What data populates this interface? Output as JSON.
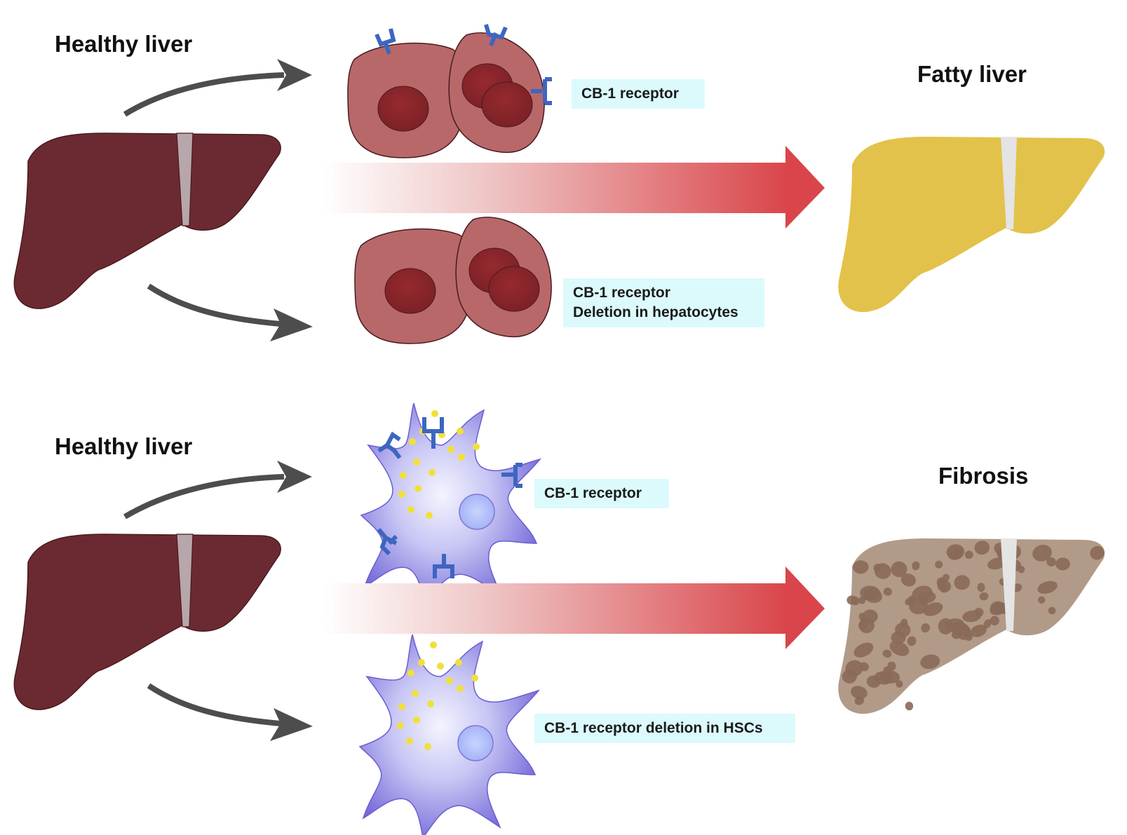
{
  "panels": [
    {
      "id": "top",
      "start_title": "Healthy liver",
      "end_title": "Fatty liver",
      "cell_type": "hepatocyte",
      "upper_label": [
        "CB-1 receptor"
      ],
      "lower_label": [
        "CB-1 receptor",
        "Deletion in hepatocytes"
      ]
    },
    {
      "id": "bottom",
      "start_title": "Healthy liver",
      "end_title": "Fibrosis",
      "cell_type": "hepatic stellate cell",
      "upper_label": [
        "CB-1 receptor"
      ],
      "lower_label": [
        "CB-1 receptor deletion in HSCs"
      ]
    }
  ],
  "colors": {
    "healthy_liver": "#6b2a31",
    "gallbladder_band": "#b7a6aa",
    "fatty_liver": "#e2c24a",
    "fibrotic_liver": "#b29a88",
    "fibrotic_nodule": "#8a6958",
    "hepatocyte": "#b86869",
    "hepatocyte_nucleus": "#8c2428",
    "stellate_cell": "#7f72dd",
    "receptor": "#3d66c0",
    "lipid_droplet": "#f1e03a",
    "progression_arrow": "#d9454a",
    "curved_arrow": "#4d4d4d",
    "label_bg": "#dcfafc"
  }
}
